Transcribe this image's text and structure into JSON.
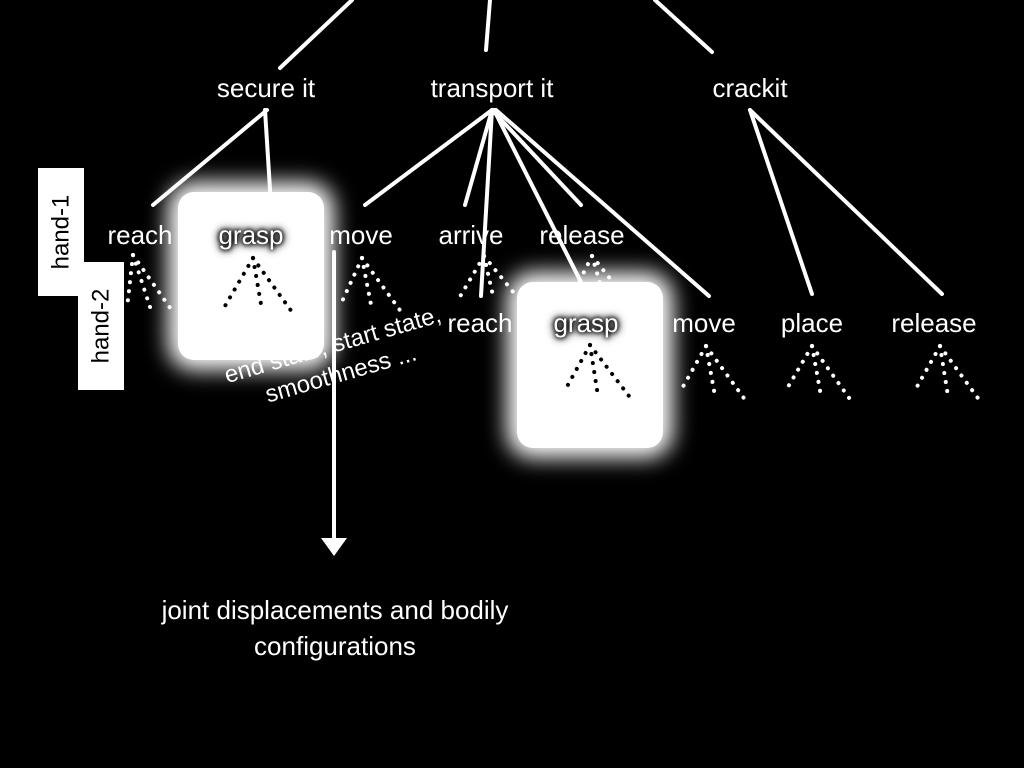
{
  "top_level": {
    "secure": "secure it",
    "transport": "transport it",
    "crack": "crackit"
  },
  "hands": {
    "hand1": "hand-1",
    "hand2": "hand-2"
  },
  "hand1_actions": {
    "reach": "reach",
    "grasp": "grasp",
    "move": "move",
    "arrive": "arrive",
    "release": "release"
  },
  "hand2_actions": {
    "reach": "reach",
    "grasp": "grasp",
    "move": "move",
    "place": "place",
    "release": "release"
  },
  "annotation": "end state, start state, smoothness ...",
  "result": "joint displacements and bodily configurations"
}
